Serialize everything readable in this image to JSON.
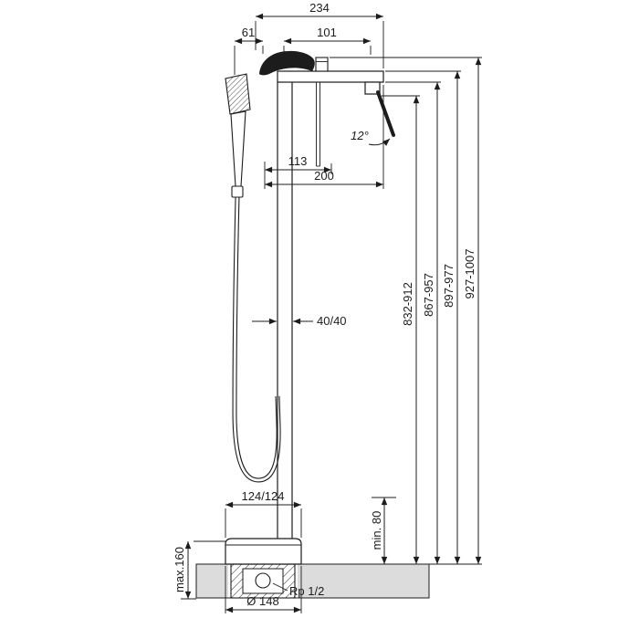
{
  "drawing": {
    "type": "installation dimension drawing",
    "subject": "floor-standing bath mixer with hand shower",
    "colors": {
      "line": "#1c1c1c",
      "floor_fill": "#dcdcdc",
      "background": "#ffffff"
    },
    "labels": {
      "overall_depth": "234",
      "handshower_offset": "61",
      "spout_projection": "101",
      "outlet_offset": "113",
      "total_reach": "200",
      "handle_angle": "12°",
      "column_section": "40/40",
      "height_outlet": "832-912",
      "height_spout": "867-957",
      "height_body": "897-977",
      "height_overall": "927-1007",
      "base_spacing": "124/124",
      "min_clearance": "min. 80",
      "max_floor_buildup": "max.160",
      "thread": "Rp 1/2",
      "base_diameter": "Ø 148"
    }
  }
}
